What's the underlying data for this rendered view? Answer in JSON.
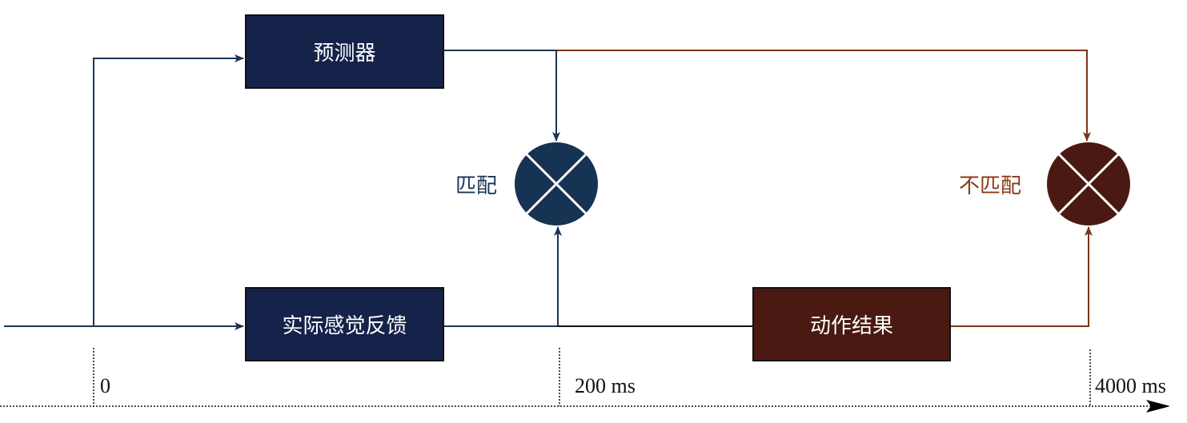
{
  "boxes": {
    "predictor": "预测器",
    "actual_feedback": "实际感觉反馈",
    "action_result": "动作结果"
  },
  "labels": {
    "match": "匹配",
    "mismatch": "不匹配"
  },
  "timeline": {
    "t0": "0",
    "t1": "200 ms",
    "t2": "4000 ms"
  },
  "colors": {
    "navy": "#15224a",
    "navy_line": "#1b3556",
    "circle_navy": "#173353",
    "brown": "#4a1a12",
    "brown_line": "#7a3418",
    "label_brown": "#8a3a14"
  }
}
